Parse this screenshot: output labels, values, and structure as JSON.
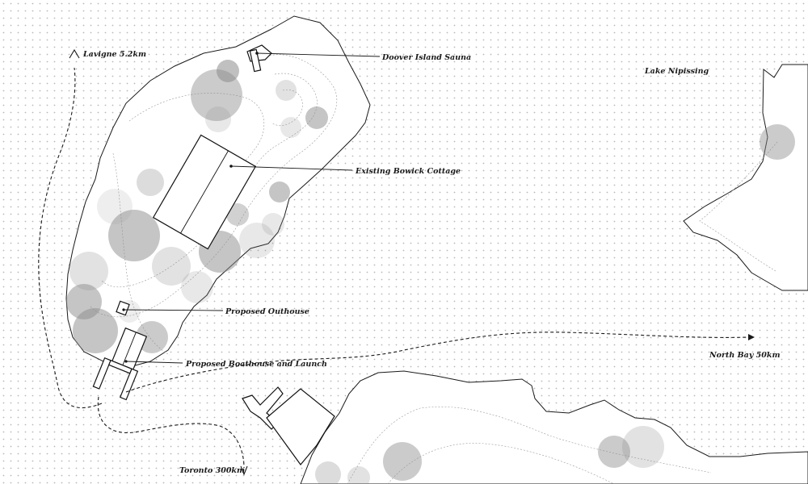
{
  "labels": {
    "lake": "Lake Nipissing",
    "sauna": "Doover Island Sauna",
    "cottage": "Existing Bowick Cottage",
    "outhouse": "Proposed Outhouse",
    "boathouse": "Proposed Boathouse and Launch",
    "lavigne": "Lavigne 5.2km",
    "north_bay": "North Bay 50km",
    "toronto": "Toronto 300km"
  },
  "colors": {
    "water_dot": "#b8b8b8",
    "land": "#ffffff",
    "tree_fill": "#8c8c8c",
    "line": "#1a1a1a"
  }
}
